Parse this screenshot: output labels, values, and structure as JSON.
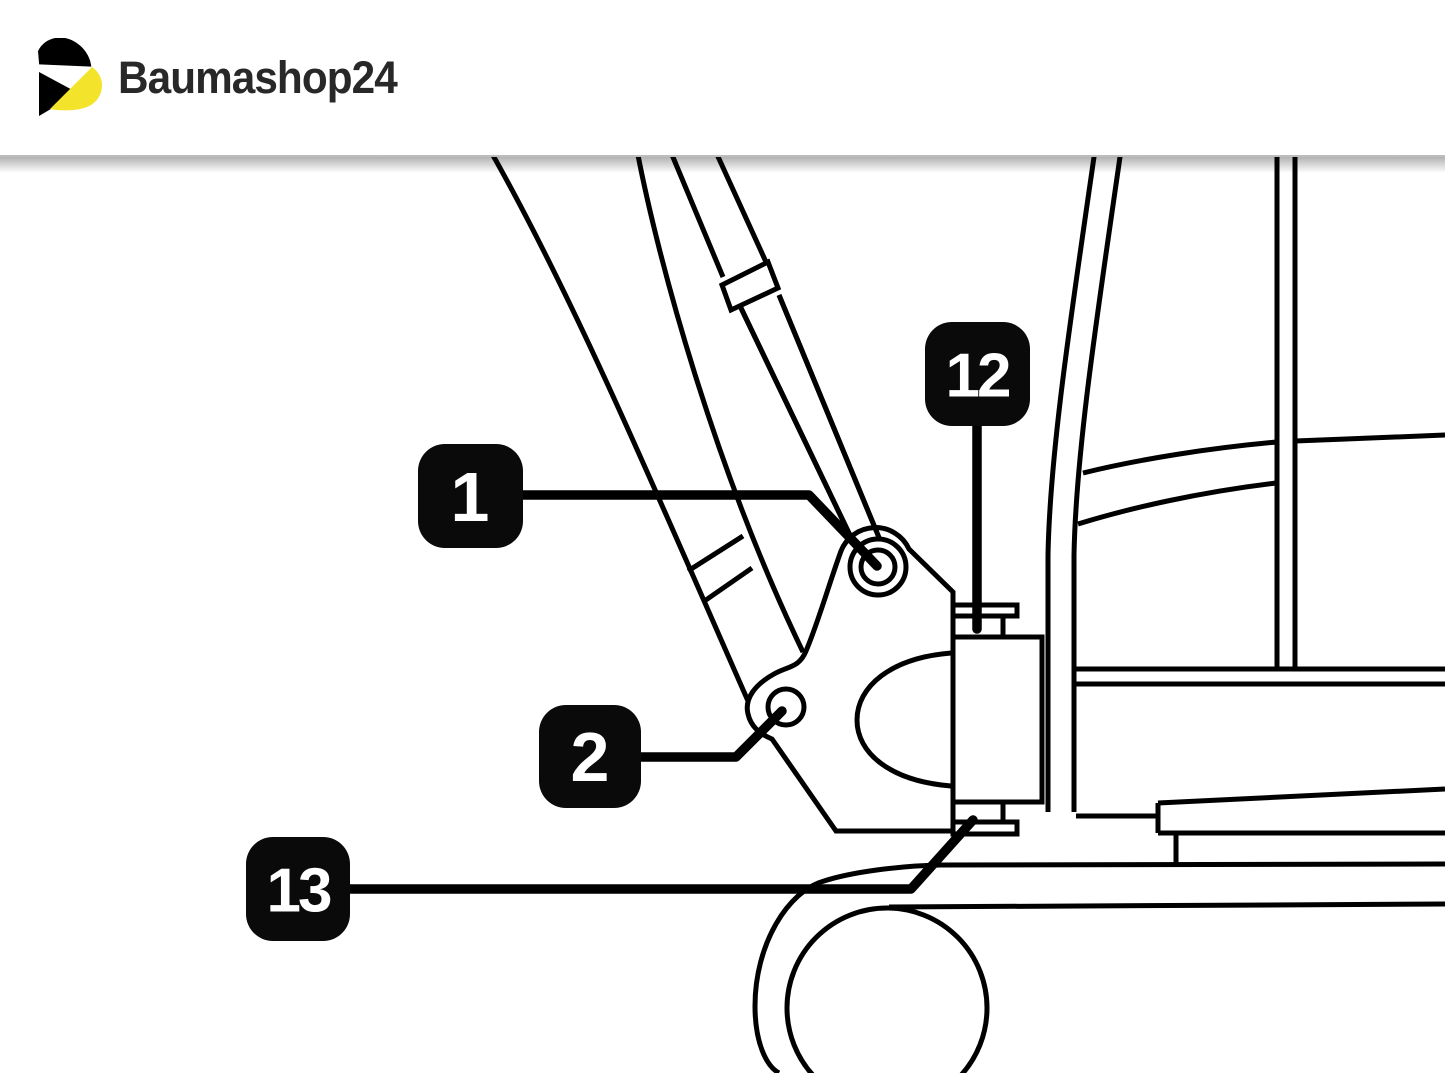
{
  "brand": {
    "name_main": "Baumashop",
    "name_suffix": "24",
    "logo_icon": "baumashop-logo-icon"
  },
  "diagram": {
    "callouts": [
      {
        "id": "callout-1",
        "label": "1"
      },
      {
        "id": "callout-2",
        "label": "2"
      },
      {
        "id": "callout-12",
        "label": "12"
      },
      {
        "id": "callout-13",
        "label": "13"
      }
    ]
  },
  "colors": {
    "brand_yellow": "#f3e32a",
    "ink": "#000000",
    "label_bg": "#0a0a0a",
    "label_text": "#ffffff",
    "header_rule": "#bdbdbd",
    "text_dark": "#282828"
  }
}
